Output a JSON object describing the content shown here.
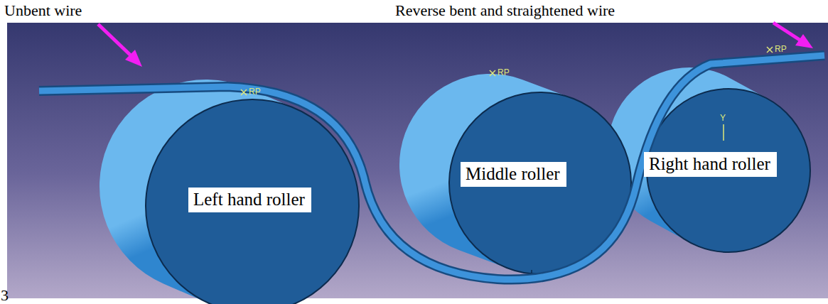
{
  "diagram": {
    "nodes": [
      {
        "text": [
          "Left hand roller"
        ]
      },
      {
        "text": [
          "Middle roller"
        ]
      },
      {
        "text": [
          "Right hand roller"
        ]
      }
    ],
    "labels": [
      "Unbent wire",
      "Reverse bent and straightened wire",
      "RP",
      "RP",
      "RP",
      "Y",
      "3"
    ]
  }
}
